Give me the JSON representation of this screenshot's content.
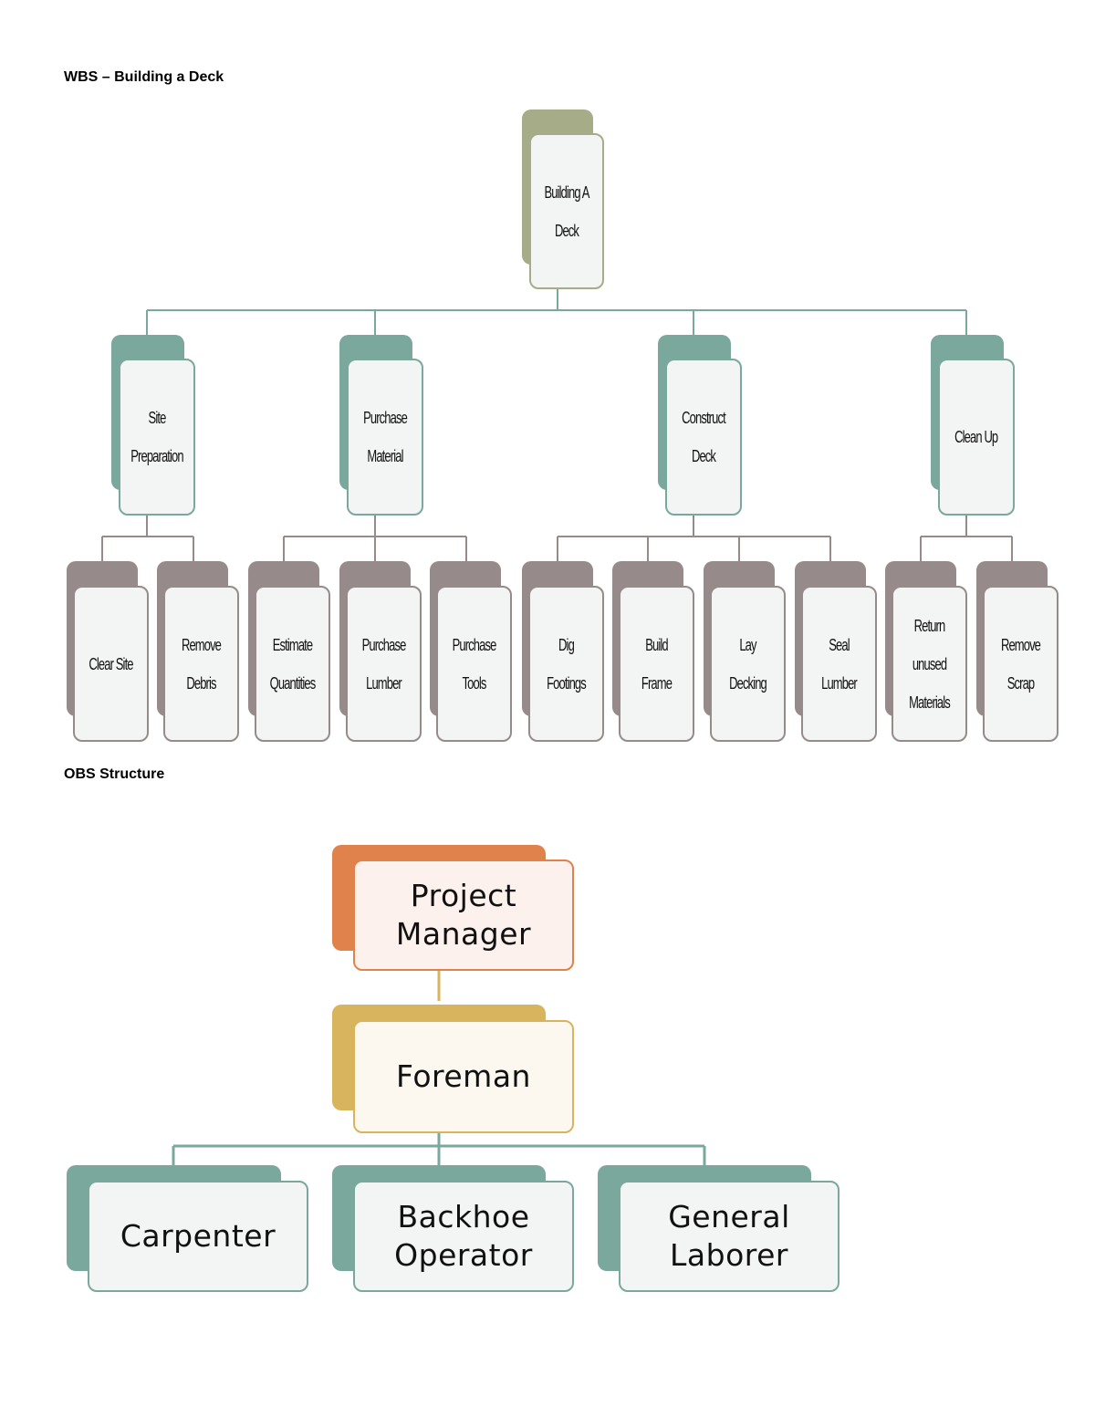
{
  "wbs": {
    "title": "WBS – Building a Deck",
    "root": "Building A Deck",
    "phases": [
      {
        "label": "Site Preparation",
        "children": [
          "Clear Site",
          "Remove Debris"
        ]
      },
      {
        "label": "Purchase Material",
        "children": [
          "Estimate Quantities",
          "Purchase Lumber",
          "Purchase Tools"
        ]
      },
      {
        "label": "Construct Deck",
        "children": [
          "Dig Footings",
          "Build Frame",
          "Lay Decking",
          "Seal Lumber"
        ]
      },
      {
        "label": "Clean Up",
        "children": [
          "Return unused Materials",
          "Remove Scrap"
        ]
      }
    ]
  },
  "obs": {
    "title": "OBS Structure",
    "manager": "Project Manager",
    "foreman": "Foreman",
    "roles": [
      "Carpenter",
      "Backhoe Operator",
      "General Laborer"
    ]
  },
  "colors": {
    "root": "#a7ac88",
    "phase": "#7aa89c",
    "task": "#978a8a",
    "manager": "#e0824c",
    "foreman": "#d8b45f",
    "roles": "#7aa89c",
    "connector": "#7aa89c"
  }
}
